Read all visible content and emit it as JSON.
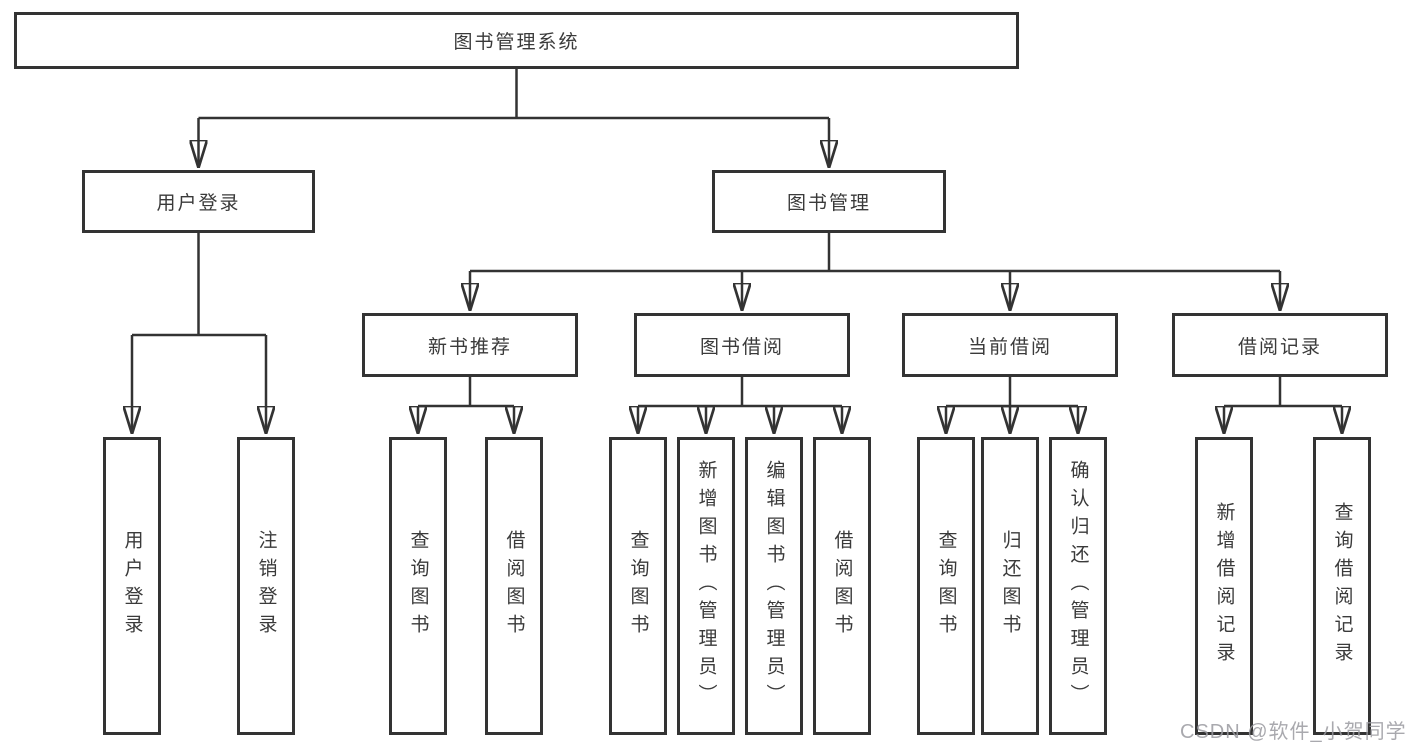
{
  "diagram": {
    "type": "hierarchy-tree",
    "title": "图书管理系统",
    "watermark": "CSDN @软件_小贺同学",
    "colors": {
      "background": "#ffffff",
      "line": "#333333",
      "box_border": "#333333",
      "text": "#3a3a3a",
      "watermark": "#9b9ba1"
    },
    "nodes": {
      "root": {
        "label": "图书管理系统"
      },
      "user_login": {
        "label": "用户登录"
      },
      "book_mgmt": {
        "label": "图书管理"
      },
      "new_book_rec": {
        "label": "新书推荐"
      },
      "book_borrow": {
        "label": "图书借阅"
      },
      "current_borrow": {
        "label": "当前借阅"
      },
      "borrow_records": {
        "label": "借阅记录"
      },
      "leaf_user_login": {
        "label": "用户登录"
      },
      "leaf_logout": {
        "label": "注销登录"
      },
      "nb_query_book": {
        "label": "查询图书"
      },
      "nb_borrow_book": {
        "label": "借阅图书"
      },
      "bb_query_book": {
        "label": "查询图书"
      },
      "bb_add_book": {
        "label": "新增图书（管理员）"
      },
      "bb_edit_book": {
        "label": "编辑图书（管理员）"
      },
      "bb_borrow_book": {
        "label": "借阅图书"
      },
      "cb_query_book": {
        "label": "查询图书"
      },
      "cb_return_book": {
        "label": "归还图书"
      },
      "cb_confirm_return": {
        "label": "确认归还（管理员）"
      },
      "br_add_record": {
        "label": "新增借阅记录"
      },
      "br_query_record": {
        "label": "查询借阅记录"
      }
    },
    "hierarchy": {
      "图书管理系统": {
        "用户登录": [
          "用户登录",
          "注销登录"
        ],
        "图书管理": {
          "新书推荐": [
            "查询图书",
            "借阅图书"
          ],
          "图书借阅": [
            "查询图书",
            "新增图书（管理员）",
            "编辑图书（管理员）",
            "借阅图书"
          ],
          "当前借阅": [
            "查询图书",
            "归还图书",
            "确认归还（管理员）"
          ],
          "借阅记录": [
            "新增借阅记录",
            "查询借阅记录"
          ]
        }
      }
    }
  }
}
